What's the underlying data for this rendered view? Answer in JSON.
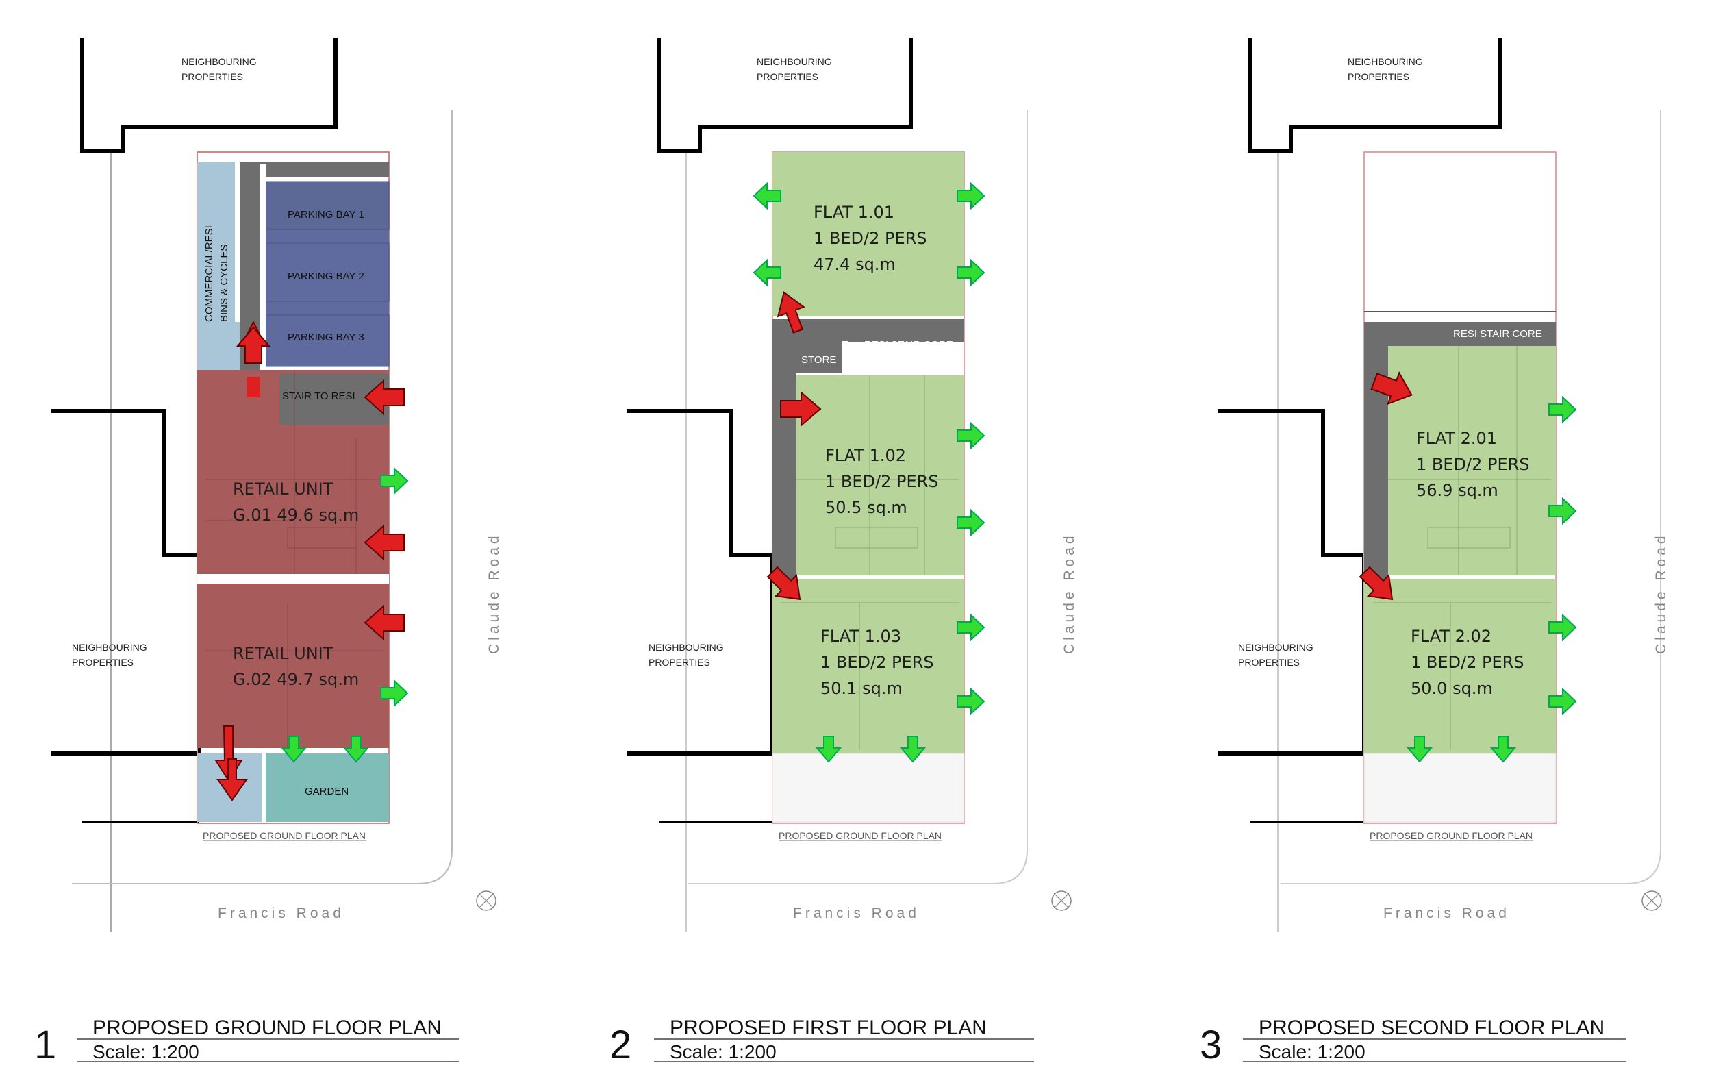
{
  "panels": [
    {
      "number": "1",
      "title": "PROPOSED GROUND FLOOR PLAN",
      "scale": "Scale: 1:200",
      "plan_caption": "PROPOSED GROUND FLOOR PLAN",
      "road_bottom": "Francis Road",
      "road_side": "Claude Road",
      "neighbour_top": [
        "NEIGHBOURING",
        "PROPERTIES"
      ],
      "neighbour_side": [
        "NEIGHBOURING",
        "PROPERTIES"
      ],
      "rooms": {
        "bins": [
          "COMMERCIAL/RESI",
          "BINS & CYCLES"
        ],
        "bay1": "PARKING BAY 1",
        "bay2": "PARKING BAY 2",
        "bay3": "PARKING BAY 3",
        "stair": "STAIR TO RESI",
        "garden": "GARDEN"
      },
      "units": [
        {
          "lines": [
            "RETAIL UNIT",
            "G.01 49.6 sq.m"
          ]
        },
        {
          "lines": [
            "RETAIL UNIT",
            "G.02 49.7 sq.m"
          ]
        }
      ]
    },
    {
      "number": "2",
      "title": "PROPOSED FIRST FLOOR PLAN",
      "scale": "Scale: 1:200",
      "plan_caption": "PROPOSED GROUND FLOOR PLAN",
      "road_bottom": "Francis Road",
      "road_side": "Claude Road",
      "neighbour_top": [
        "NEIGHBOURING",
        "PROPERTIES"
      ],
      "neighbour_side": [
        "NEIGHBOURING",
        "PROPERTIES"
      ],
      "rooms": {
        "core": "RESI STAIR CORE",
        "store": "STORE"
      },
      "units": [
        {
          "lines": [
            "FLAT 1.01",
            "1 BED/2 PERS",
            "47.4 sq.m"
          ]
        },
        {
          "lines": [
            "FLAT 1.02",
            "1 BED/2 PERS",
            "50.5 sq.m"
          ]
        },
        {
          "lines": [
            "FLAT 1.03",
            "1 BED/2 PERS",
            "50.1 sq.m"
          ]
        }
      ]
    },
    {
      "number": "3",
      "title": "PROPOSED SECOND FLOOR PLAN",
      "scale": "Scale: 1:200",
      "plan_caption": "PROPOSED GROUND FLOOR PLAN",
      "road_bottom": "Francis Road",
      "road_side": "Claude Road",
      "neighbour_top": [
        "NEIGHBOURING",
        "PROPERTIES"
      ],
      "neighbour_side": [
        "NEIGHBOURING",
        "PROPERTIES"
      ],
      "rooms": {
        "core": "RESI STAIR CORE"
      },
      "units": [
        {
          "lines": [
            "FLAT 2.01",
            "1 BED/2 PERS",
            "56.9 sq.m"
          ]
        },
        {
          "lines": [
            "FLAT 2.02",
            "1 BED/2 PERS",
            "50.0 sq.m"
          ]
        }
      ]
    }
  ],
  "colors": {
    "retail": "#a85b5b",
    "parking": "#5f6a9e",
    "bins": "#a9c6d8",
    "core": "#6e6e6e",
    "flat": "#b7d49a",
    "garden": "#7fbdb8",
    "arrow_red": "#e02020",
    "arrow_green": "#22dd22"
  }
}
